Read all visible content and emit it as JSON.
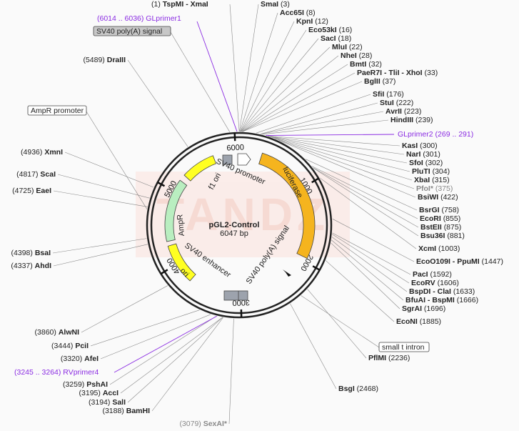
{
  "plasmid": {
    "name": "pGL2-Control",
    "size_label": "6047 bp",
    "length": 6047
  },
  "ticks": [
    1000,
    2000,
    3000,
    4000,
    5000,
    6000
  ],
  "features": [
    {
      "label": "luciferase",
      "start": 300,
      "end": 1950,
      "color": "#f5b41e",
      "dir": 1
    },
    {
      "label": "f1 ori",
      "start": 5700,
      "end": 5245,
      "color": "#ffff22",
      "dir": -1
    },
    {
      "label": "AmpR",
      "start": 5160,
      "end": 4320,
      "color": "#b9eec0",
      "dir": -1
    },
    {
      "label": "ori",
      "start": 4260,
      "end": 3720,
      "color": "#ffff22",
      "dir": -1
    },
    {
      "label": "SV40 promoter",
      "start": 30,
      "end": 200,
      "color": "#ffffff",
      "dir": 1
    },
    {
      "label": "SV40 poly(A) signal",
      "start": 2880,
      "end": 3040,
      "color": "#9da3ad",
      "dir": 0
    },
    {
      "label": "SV40 enhancer",
      "start": 3050,
      "end": 3180,
      "color": "#9da3ad",
      "dir": 0
    },
    {
      "label": "small t intron",
      "start": 0,
      "end": 0,
      "color": "#9da3ad",
      "dir": 0
    }
  ],
  "inner_labels": [
    "SV40 promoter",
    "SV40 poly(A) signal",
    "SV40 enhancer",
    "f1 ori",
    "AmpR",
    "ori",
    "luciferase"
  ],
  "boxed_labels": [
    {
      "text": "SV40 poly(A) signal",
      "style": "gray"
    },
    {
      "text": "AmpR promoter",
      "style": "white"
    },
    {
      "text": "small t intron",
      "style": "white"
    }
  ],
  "primers": [
    {
      "text": "(6014 .. 6036)  GLprimer1"
    },
    {
      "text": "GLprimer2  (269 .. 291)"
    },
    {
      "text": "(3245 .. 3264)  RVprimer4"
    }
  ],
  "sites_right": [
    {
      "pos": "(3)",
      "name": "SmaI"
    },
    {
      "pos": "(8)",
      "name": "Acc65I"
    },
    {
      "pos": "(12)",
      "name": "KpnI"
    },
    {
      "pos": "(16)",
      "name": "Eco53kI"
    },
    {
      "pos": "(18)",
      "name": "SacI"
    },
    {
      "pos": "(22)",
      "name": "MluI"
    },
    {
      "pos": "(28)",
      "name": "NheI"
    },
    {
      "pos": "(32)",
      "name": "BmtI"
    },
    {
      "pos": "(33)",
      "name": "PaeR7I - TliI - XhoI"
    },
    {
      "pos": "(37)",
      "name": "BglII"
    },
    {
      "pos": "(176)",
      "name": "SfiI"
    },
    {
      "pos": "(222)",
      "name": "StuI"
    },
    {
      "pos": "(223)",
      "name": "AvrII"
    },
    {
      "pos": "(239)",
      "name": "HindIII"
    },
    {
      "pos": "(300)",
      "name": "KasI"
    },
    {
      "pos": "(301)",
      "name": "NarI"
    },
    {
      "pos": "(302)",
      "name": "SfoI"
    },
    {
      "pos": "(304)",
      "name": "PluTI"
    },
    {
      "pos": "(315)",
      "name": "XbaI"
    },
    {
      "pos": "(375)",
      "name": "PfoI*"
    },
    {
      "pos": "(422)",
      "name": "BsiWI"
    },
    {
      "pos": "(758)",
      "name": "BsrGI"
    },
    {
      "pos": "(855)",
      "name": "EcoRI"
    },
    {
      "pos": "(875)",
      "name": "BstEII"
    },
    {
      "pos": "(881)",
      "name": "Bsu36I"
    },
    {
      "pos": "(1003)",
      "name": "XcmI"
    },
    {
      "pos": "(1447)",
      "name": "EcoO109I - PpuMI"
    },
    {
      "pos": "(1592)",
      "name": "PacI"
    },
    {
      "pos": "(1606)",
      "name": "EcoRV"
    },
    {
      "pos": "(1633)",
      "name": "BspDI - ClaI"
    },
    {
      "pos": "(1666)",
      "name": "BfuAI - BspMI"
    },
    {
      "pos": "(1696)",
      "name": "SgrAI"
    },
    {
      "pos": "(1885)",
      "name": "EcoNI"
    },
    {
      "pos": "(2236)",
      "name": "PflMI"
    },
    {
      "pos": "(2468)",
      "name": "BsgI"
    }
  ],
  "sites_left": [
    {
      "pos": "(1)",
      "name": "TspMI - XmaI"
    },
    {
      "pos": "(5489)",
      "name": "DraIII"
    },
    {
      "pos": "(4936)",
      "name": "XmnI"
    },
    {
      "pos": "(4817)",
      "name": "ScaI"
    },
    {
      "pos": "(4725)",
      "name": "EaeI"
    },
    {
      "pos": "(4398)",
      "name": "BsaI"
    },
    {
      "pos": "(4337)",
      "name": "AhdI"
    },
    {
      "pos": "(3860)",
      "name": "AlwNI"
    },
    {
      "pos": "(3444)",
      "name": "PciI"
    },
    {
      "pos": "(3320)",
      "name": "AfeI"
    },
    {
      "pos": "(3259)",
      "name": "PshAI"
    },
    {
      "pos": "(3195)",
      "name": "AccI"
    },
    {
      "pos": "(3194)",
      "name": "SalI"
    },
    {
      "pos": "(3188)",
      "name": "BamHI"
    },
    {
      "pos": "(3079)",
      "name": "SexAI*"
    }
  ],
  "colors": {
    "primer": "#8a2be2",
    "backbone": "#222222",
    "watermark": "#f6cfc6"
  },
  "watermark_text": "TANDZ"
}
